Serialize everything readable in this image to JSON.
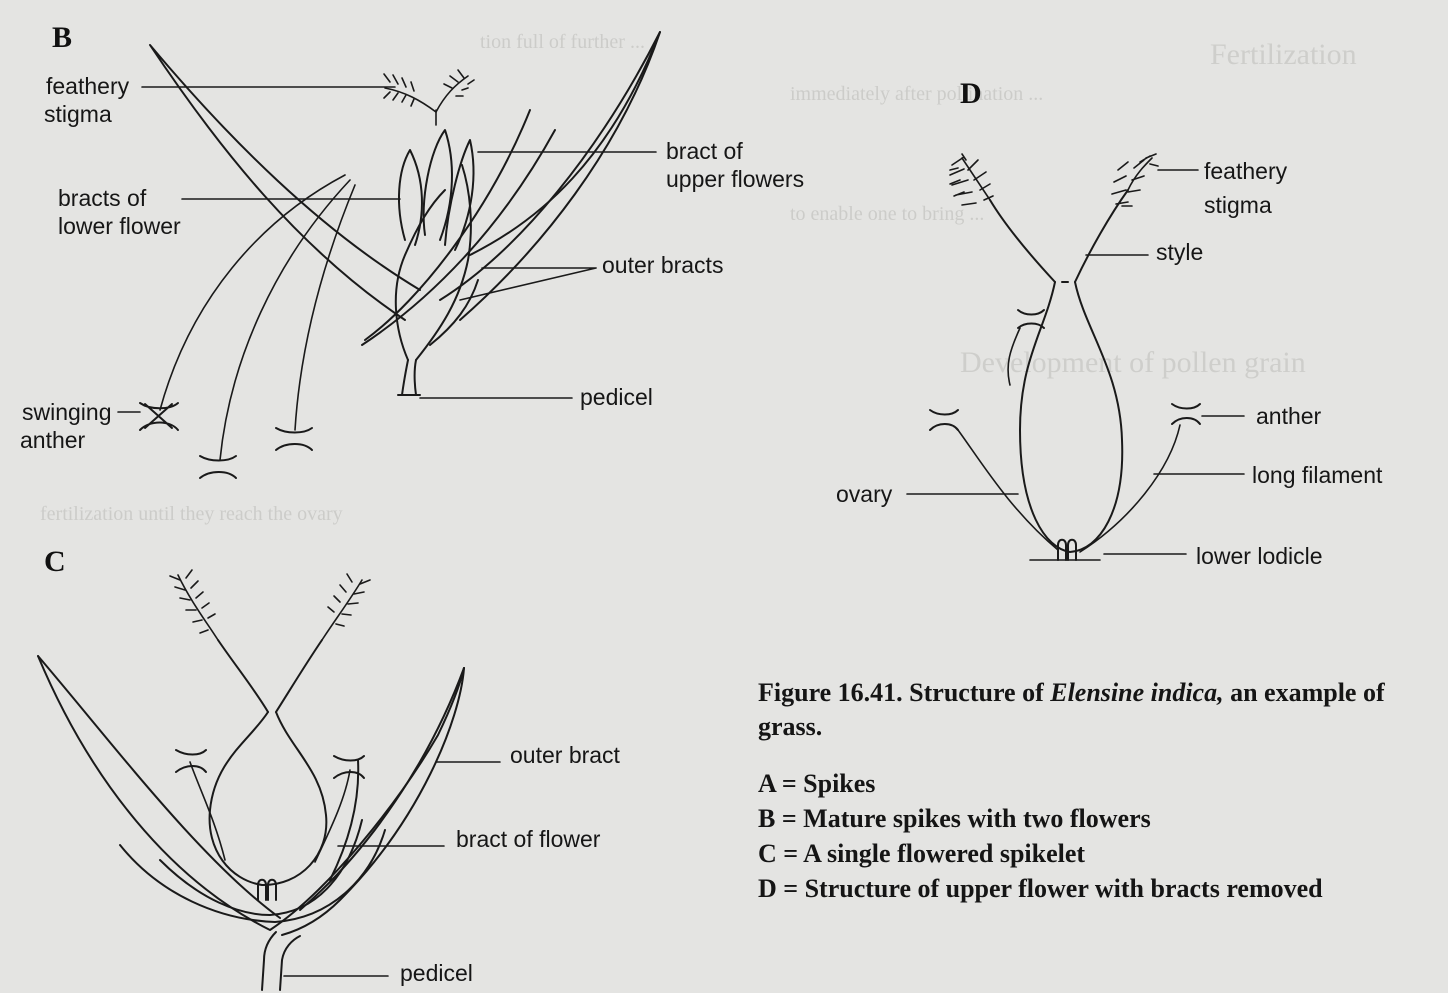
{
  "panels": {
    "B": {
      "letter": "B",
      "labels": {
        "feathery_stigma_1": "feathery",
        "feathery_stigma_2": "stigma",
        "bracts_lower_1": "bracts of",
        "bracts_lower_2": "lower flower",
        "bract_upper_1": "bract of",
        "bract_upper_2": "upper flowers",
        "outer_bracts": "outer bracts",
        "pedicel": "pedicel",
        "swinging_anther_1": "swinging",
        "swinging_anther_2": "anther"
      }
    },
    "C": {
      "letter": "C",
      "labels": {
        "outer_bract": "outer bract",
        "bract_of_flower": "bract of flower",
        "pedicel": "pedicel"
      }
    },
    "D": {
      "letter": "D",
      "labels": {
        "feathery_stigma_1": "feathery",
        "feathery_stigma_2": "stigma",
        "style": "style",
        "anther": "anther",
        "long_filament": "long filament",
        "ovary": "ovary",
        "lower_lodicle": "lower lodicle"
      }
    }
  },
  "caption": {
    "title_prefix": "Figure 16.41. Structure of ",
    "title_species": "Elensine indica,",
    "title_suffix": " an example of grass.",
    "key": [
      "A = Spikes",
      "B = Mature spikes with two flowers",
      "C = A single flowered spikelet",
      "D = Structure of upper flower with bracts removed"
    ]
  },
  "colors": {
    "paper": "#e4e4e2",
    "ink": "#1a1a1a",
    "show_through": "#b9b9b6"
  }
}
